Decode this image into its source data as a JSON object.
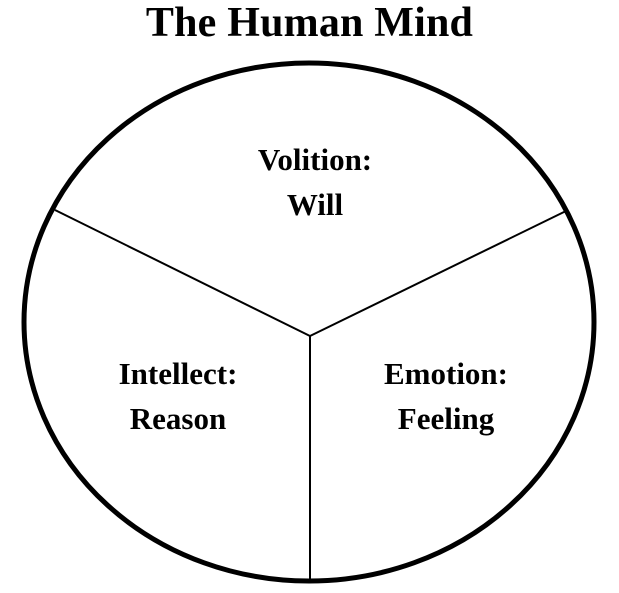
{
  "title": "The Human Mind",
  "segments": [
    {
      "line1": "Volition:",
      "line2": "Will"
    },
    {
      "line1": "Intellect:",
      "line2": "Reason"
    },
    {
      "line1": "Emotion:",
      "line2": "Feeling"
    }
  ],
  "colors": {
    "stroke": "#000000",
    "background": "#ffffff"
  }
}
